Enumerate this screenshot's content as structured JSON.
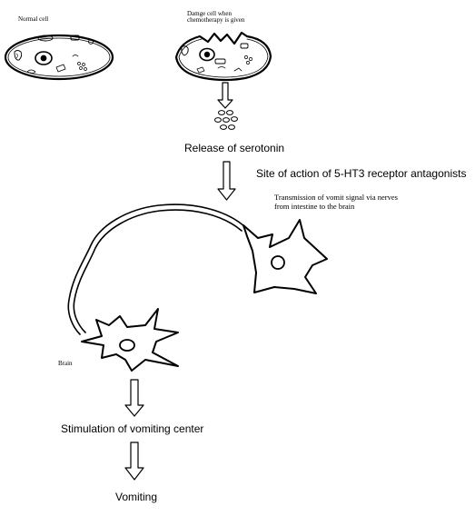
{
  "cells": {
    "normal_label": "Normal cell",
    "damaged_label": "Damge cell when chemotherapy is given"
  },
  "steps": {
    "serotonin": "Release of serotonin",
    "site_of_action": "Site of action of 5-HT3 receptor antagonists",
    "transmission": "Transmission of vomit signal via nerves from intestine to the brain",
    "brain": "Brain",
    "vomiting_center": "Stimulation of vomiting center",
    "vomiting": "Vomiting"
  },
  "colors": {
    "line": "#000000",
    "background": "#ffffff"
  }
}
